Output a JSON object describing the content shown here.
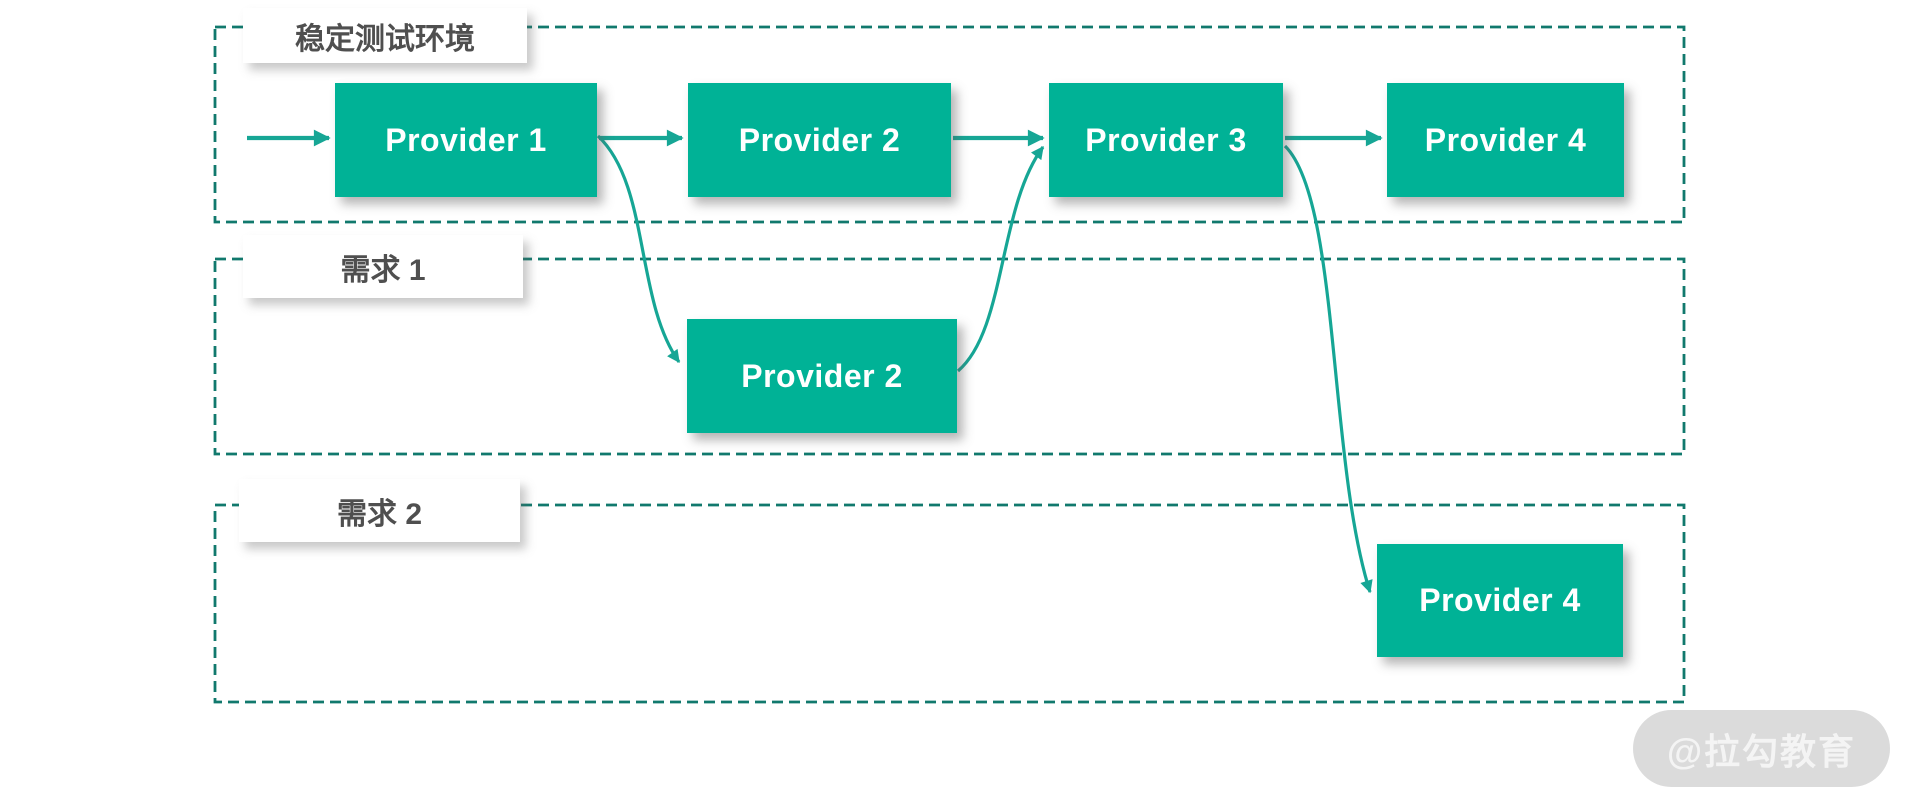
{
  "groups": [
    {
      "label": "稳定测试环境",
      "nodes": [
        {
          "label": "Provider 1"
        },
        {
          "label": "Provider 2"
        },
        {
          "label": "Provider 3"
        },
        {
          "label": "Provider 4"
        }
      ]
    },
    {
      "label": "需求 1",
      "nodes": [
        {
          "label": "Provider 2"
        }
      ]
    },
    {
      "label": "需求 2",
      "nodes": [
        {
          "label": "Provider 4"
        }
      ]
    }
  ],
  "edges": [
    {
      "from": "entry",
      "to": "Provider 1 (稳定测试环境)",
      "style": "straight"
    },
    {
      "from": "Provider 1 (稳定测试环境)",
      "to": "Provider 2 (稳定测试环境)",
      "style": "straight"
    },
    {
      "from": "Provider 2 (稳定测试环境)",
      "to": "Provider 3 (稳定测试环境)",
      "style": "straight"
    },
    {
      "from": "Provider 3 (稳定测试环境)",
      "to": "Provider 4 (稳定测试环境)",
      "style": "straight"
    },
    {
      "from": "Provider 1 (稳定测试环境)",
      "to": "Provider 2 (需求 1)",
      "style": "curved"
    },
    {
      "from": "Provider 2 (需求 1)",
      "to": "Provider 3 (稳定测试环境)",
      "style": "curved"
    },
    {
      "from": "Provider 3 (稳定测试环境)",
      "to": "Provider 4 (需求 2)",
      "style": "curved"
    }
  ],
  "watermark": {
    "text": "@拉勾教育"
  },
  "colors": {
    "node_fill": "#00b296",
    "node_text": "#ffffff",
    "edge": "#16a695",
    "group_border": "#11796d",
    "label_text": "#4f4f4f"
  }
}
